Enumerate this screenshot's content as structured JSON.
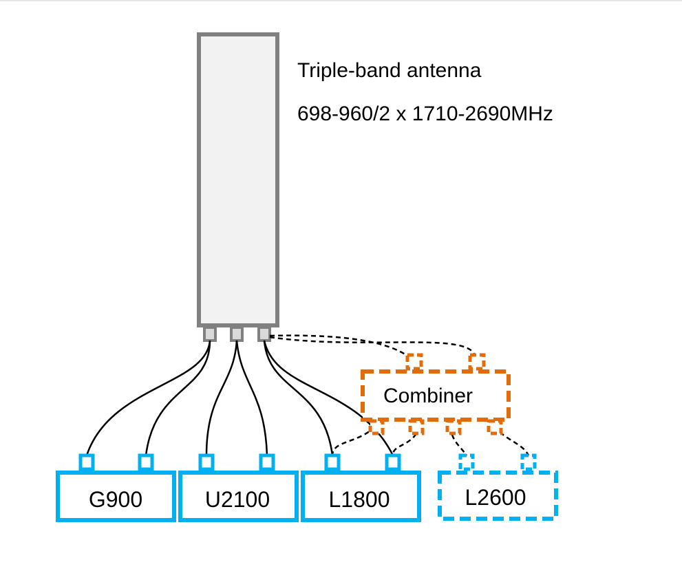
{
  "antenna": {
    "title": "Triple-band antenna",
    "frequency": "698-960/2 x 1710-2690MHz",
    "color": "#808080",
    "fill": "#f2f2f2"
  },
  "combiner": {
    "label": "Combiner",
    "color": "#e36c0a"
  },
  "radios": [
    {
      "label": "G900",
      "style": "solid"
    },
    {
      "label": "U2100",
      "style": "solid"
    },
    {
      "label": "L1800",
      "style": "solid"
    },
    {
      "label": "L2600",
      "style": "dashed"
    }
  ],
  "radio_color": "#00b0f0",
  "cable_color": "#000000"
}
